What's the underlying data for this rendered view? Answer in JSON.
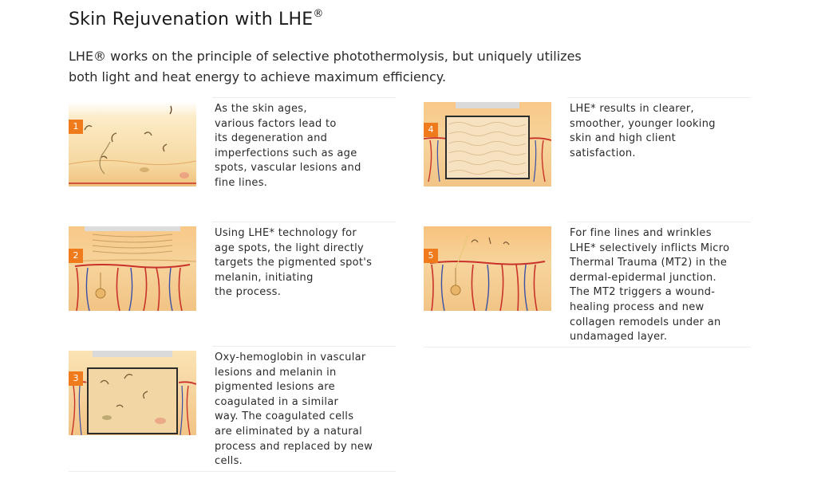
{
  "header": {
    "title": "Skin Rejuvenation with LHE",
    "title_mark": "®",
    "intro_line1": "LHE® works on the principle of selective photothermolysis, but uniquely utilizes",
    "intro_line2": "both light and heat energy to achieve maximum efficiency."
  },
  "steps": [
    {
      "number": "1",
      "lines": [
        "As the skin ages,",
        "various factors lead to",
        "its degeneration and",
        "imperfections such as age",
        "spots, vascular lesions and",
        "fine lines."
      ]
    },
    {
      "number": "2",
      "lines": [
        "Using LHE* technology for",
        "age spots, the light directly",
        "targets the pigmented spot's",
        "melanin, initiating",
        "the process."
      ]
    },
    {
      "number": "3",
      "lines": [
        "Oxy-hemoglobin in vascular",
        "lesions and melanin in",
        "pigmented lesions are",
        "coagulated in a similar",
        "way. The coagulated cells",
        "are eliminated by a natural",
        "process and replaced by new",
        "cells."
      ]
    },
    {
      "number": "4",
      "lines": [
        "LHE* results in clearer,",
        "smoother, younger looking",
        "skin and high client",
        "satisfaction."
      ]
    },
    {
      "number": "5",
      "lines": [
        "For fine lines and wrinkles",
        "LHE* selectively inflicts Micro",
        "Thermal Trauma (MT2) in the",
        "dermal-epidermal junction.",
        "The MT2 triggers a wound-",
        "healing process and new",
        "collagen remodels under an",
        "undamaged layer."
      ]
    }
  ],
  "colors": {
    "badge": "#f07b1c",
    "skin_light": "#fbe3b4",
    "skin_dark": "#f3bf7a",
    "vessel_red": "#c8322a",
    "vessel_blue": "#3a4fa6"
  },
  "icons": [
    "skin-cross-section-illustration"
  ]
}
